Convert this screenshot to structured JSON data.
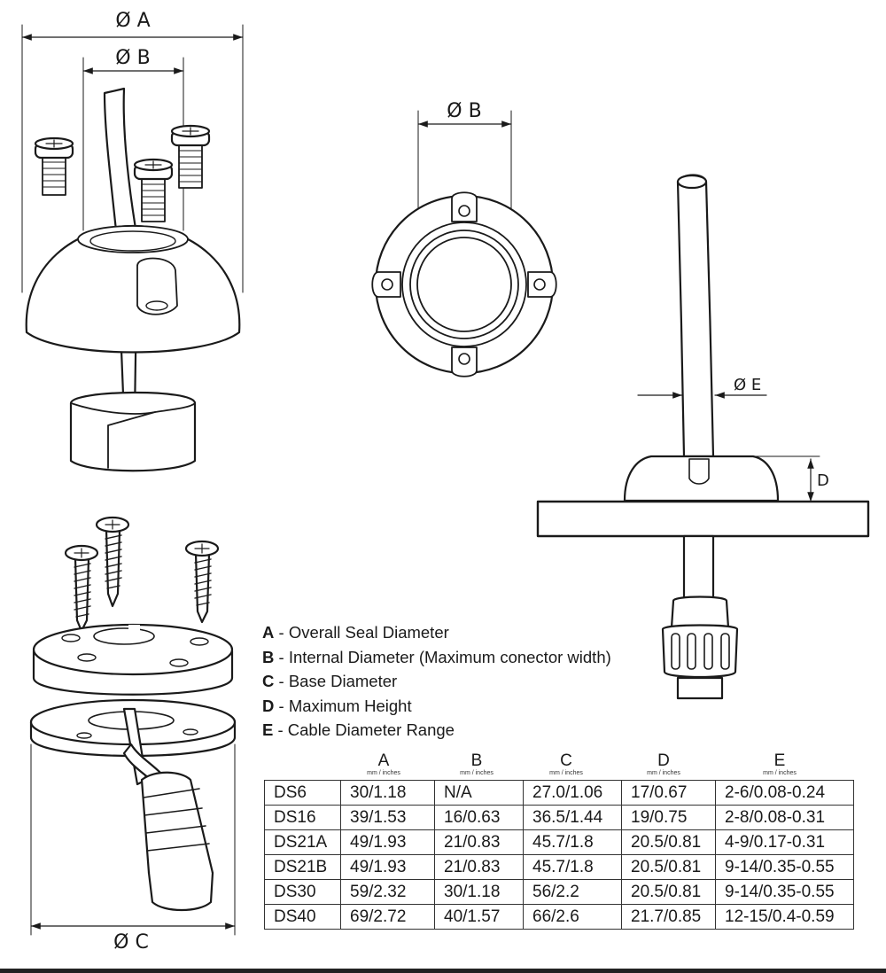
{
  "dimensions": {
    "a": "Ø A",
    "b": "Ø B",
    "c": "Ø C",
    "d": "D",
    "e": "Ø E"
  },
  "legend": [
    {
      "key": "A",
      "text": " - Overall Seal Diameter"
    },
    {
      "key": "B",
      "text": " - Internal Diameter (Maximum conector width)"
    },
    {
      "key": "C",
      "text": " - Base Diameter"
    },
    {
      "key": "D",
      "text": " - Maximum Height"
    },
    {
      "key": "E",
      "text": " - Cable Diameter Range"
    }
  ],
  "table": {
    "headers": [
      {
        "letter": "A",
        "unit": "mm / inches"
      },
      {
        "letter": "B",
        "unit": "mm / inches"
      },
      {
        "letter": "C",
        "unit": "mm / inches"
      },
      {
        "letter": "D",
        "unit": "mm / inches"
      },
      {
        "letter": "E",
        "unit": "mm / inches"
      }
    ],
    "rows": [
      [
        "DS6",
        "30/1.18",
        "N/A",
        "27.0/1.06",
        "17/0.67",
        "2-6/0.08-0.24"
      ],
      [
        "DS16",
        "39/1.53",
        "16/0.63",
        "36.5/1.44",
        "19/0.75",
        "2-8/0.08-0.31"
      ],
      [
        "DS21A",
        "49/1.93",
        "21/0.83",
        "45.7/1.8",
        "20.5/0.81",
        "4-9/0.17-0.31"
      ],
      [
        "DS21B",
        "49/1.93",
        "21/0.83",
        "45.7/1.8",
        "20.5/0.81",
        "9-14/0.35-0.55"
      ],
      [
        "DS30",
        "59/2.32",
        "30/1.18",
        "56/2.2",
        "20.5/0.81",
        "9-14/0.35-0.55"
      ],
      [
        "DS40",
        "69/2.72",
        "40/1.57",
        "66/2.6",
        "21.7/0.85",
        "12-15/0.4-0.59"
      ]
    ]
  }
}
